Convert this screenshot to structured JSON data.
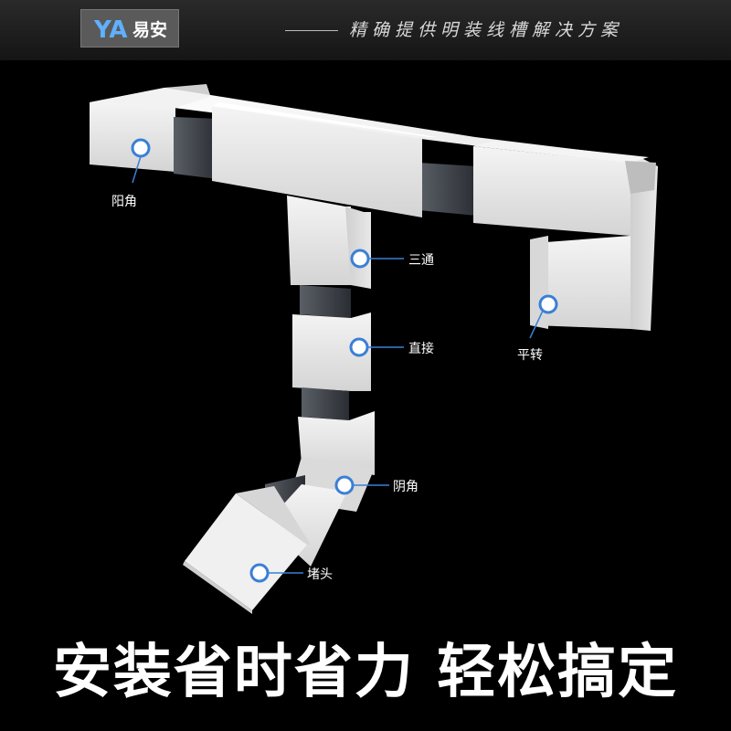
{
  "header": {
    "brand": "易安",
    "logo_text": "YA",
    "tagline": "精确提供明装线槽解决方案"
  },
  "callouts": [
    {
      "label": "阳角"
    },
    {
      "label": "三通"
    },
    {
      "label": "直接"
    },
    {
      "label": "平转"
    },
    {
      "label": "阴角"
    },
    {
      "label": "堵头"
    }
  ],
  "slogan": "安装省时省力  轻松搞定",
  "colors": {
    "background": "#000000",
    "trunking": "#e8e8e8",
    "callout_marker": "#3a7fd6"
  }
}
